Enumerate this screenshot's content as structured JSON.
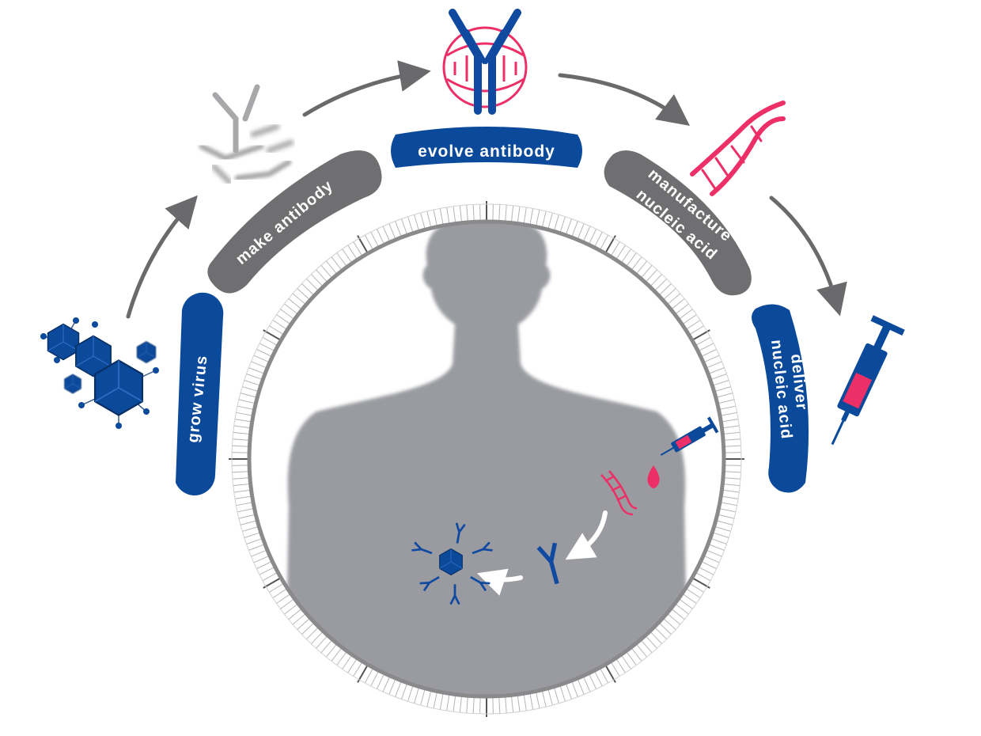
{
  "stages": {
    "grow_virus": "grow virus",
    "make_antibody": "make antibody",
    "evolve_antibody": "evolve antibody",
    "manufacture_line1": "manufacture",
    "manufacture_line2": "nucleic acid",
    "deliver_line1": "deliver",
    "deliver_line2": "nucleic acid"
  },
  "colors": {
    "active_pill": "#0b4a9a",
    "inactive_pill": "#707070",
    "body": "#9a9ba0",
    "ring": "#8a8a8c",
    "arrow": "#6a6a6c",
    "dna_pink": "#ec2f67",
    "antibody_blue": "#0f4aa0"
  },
  "icons": {
    "virus": "virus-cluster-icon",
    "antibody_gray": "antibody-cluster-icon",
    "antibody_dna": "antibody-dna-icon",
    "dna": "dna-helix-icon",
    "syringe": "syringe-icon"
  }
}
